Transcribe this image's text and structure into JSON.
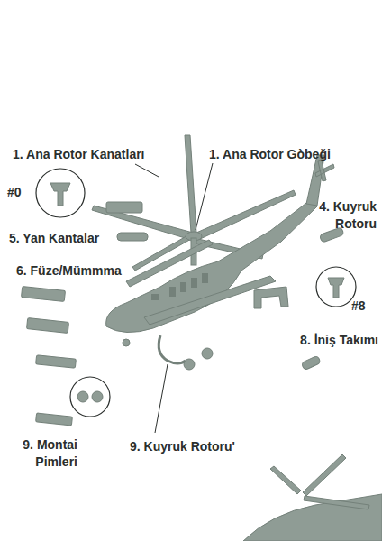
{
  "diagram": {
    "labels": [
      "1. Ana Rotor Kanatları",
      "1. Ana Rotor Gòbeği",
      "#0",
      "4. Kuyruk Rotoru",
      "5. Yan Kantalar",
      "6. Füze/Mümmma",
      "#8",
      "8. İniş Takımı",
      "9. Montai Pimleri",
      "9. Kuyruk Rotoru'"
    ]
  }
}
